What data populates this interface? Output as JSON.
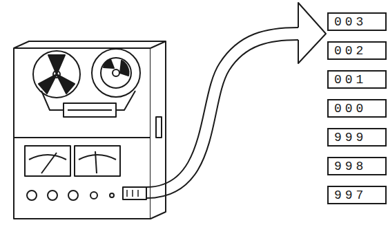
{
  "diagram": {
    "nodes": [
      {
        "text": [
          "003"
        ]
      },
      {
        "text": [
          "002"
        ]
      },
      {
        "text": [
          "001"
        ]
      },
      {
        "text": [
          "000"
        ]
      },
      {
        "text": [
          "999"
        ]
      },
      {
        "text": [
          "998"
        ]
      },
      {
        "text": [
          "997"
        ]
      }
    ]
  }
}
